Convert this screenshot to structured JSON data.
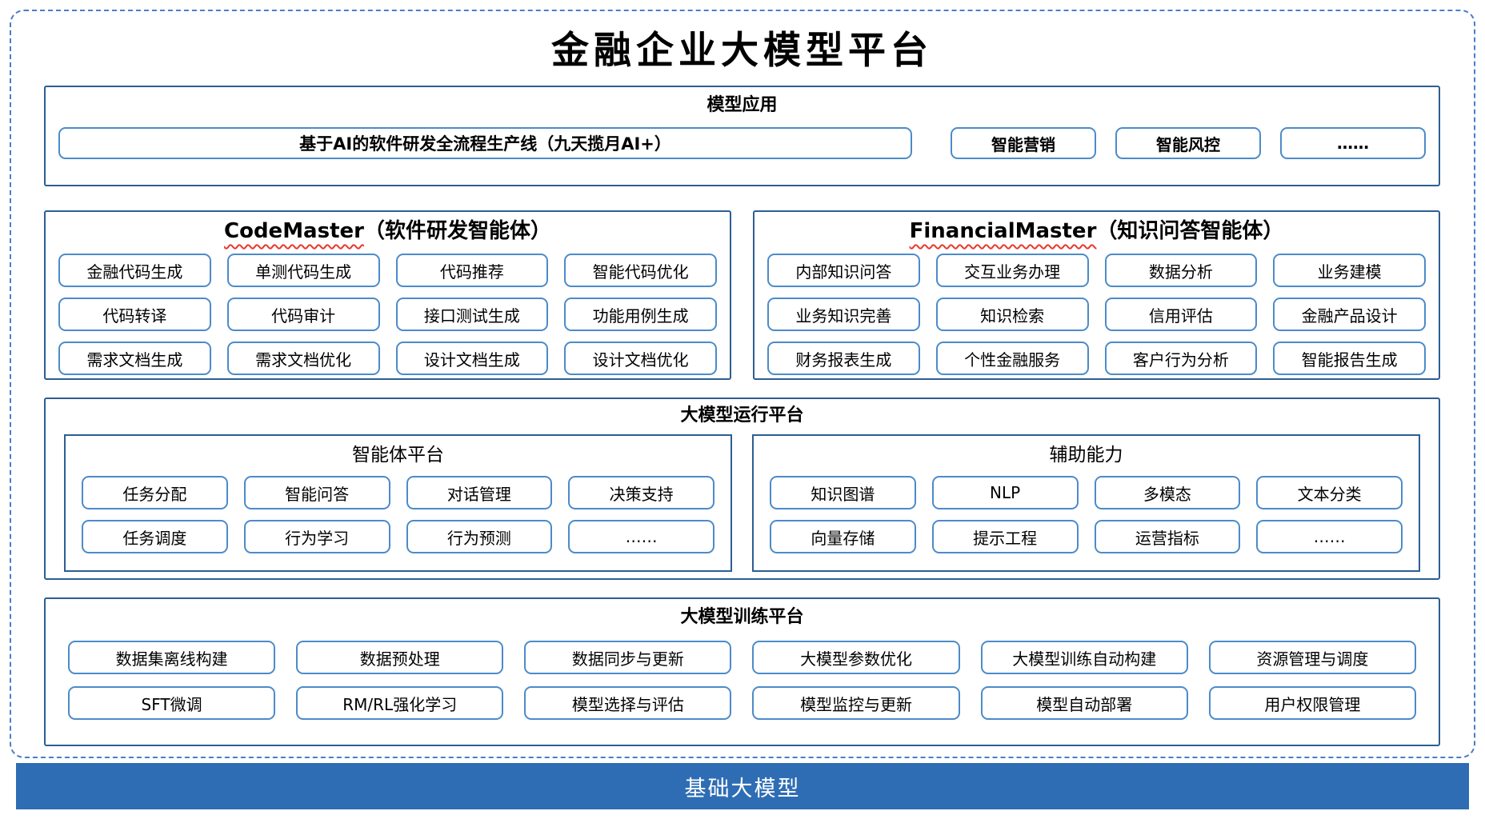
{
  "title": "金融企业大模型平台",
  "colors": {
    "dashed_border": "#4A7CCB",
    "section_border": "#2D5E92",
    "chip_border": "#4C8BC9",
    "squiggle": "#E8392C",
    "base_bar_bg": "#2E6DB4",
    "base_bar_text": "#FFFFFF"
  },
  "model_app": {
    "header": "模型应用",
    "main_chip": "基于AI的软件研发全流程生产线（九天揽月AI+）",
    "chips": [
      "智能营销",
      "智能风控",
      "……"
    ]
  },
  "code_master": {
    "name": "CodeMaster",
    "suffix": "（软件研发智能体）",
    "chips": [
      "金融代码生成",
      "单测代码生成",
      "代码推荐",
      "智能代码优化",
      "代码转译",
      "代码审计",
      "接口测试生成",
      "功能用例生成",
      "需求文档生成",
      "需求文档优化",
      "设计文档生成",
      "设计文档优化"
    ]
  },
  "financial_master": {
    "name": "FinancialMaster",
    "suffix": "（知识问答智能体）",
    "chips": [
      "内部知识问答",
      "交互业务办理",
      "数据分析",
      "业务建模",
      "业务知识完善",
      "知识检索",
      "信用评估",
      "金融产品设计",
      "财务报表生成",
      "个性金融服务",
      "客户行为分析",
      "智能报告生成"
    ]
  },
  "runtime_platform": {
    "header": "大模型运行平台",
    "agent_platform": {
      "header": "智能体平台",
      "chips": [
        "任务分配",
        "智能问答",
        "对话管理",
        "决策支持",
        "任务调度",
        "行为学习",
        "行为预测",
        "……"
      ]
    },
    "auxiliary": {
      "header": "辅助能力",
      "chips": [
        "知识图谱",
        "NLP",
        "多模态",
        "文本分类",
        "向量存储",
        "提示工程",
        "运营指标",
        "……"
      ]
    }
  },
  "training_platform": {
    "header": "大模型训练平台",
    "chips": [
      "数据集离线构建",
      "数据预处理",
      "数据同步与更新",
      "大模型参数优化",
      "大模型训练自动构建",
      "资源管理与调度",
      "SFT微调",
      "RM/RL强化学习",
      "模型选择与评估",
      "模型监控与更新",
      "模型自动部署",
      "用户权限管理"
    ]
  },
  "base_model_bar": "基础大模型"
}
